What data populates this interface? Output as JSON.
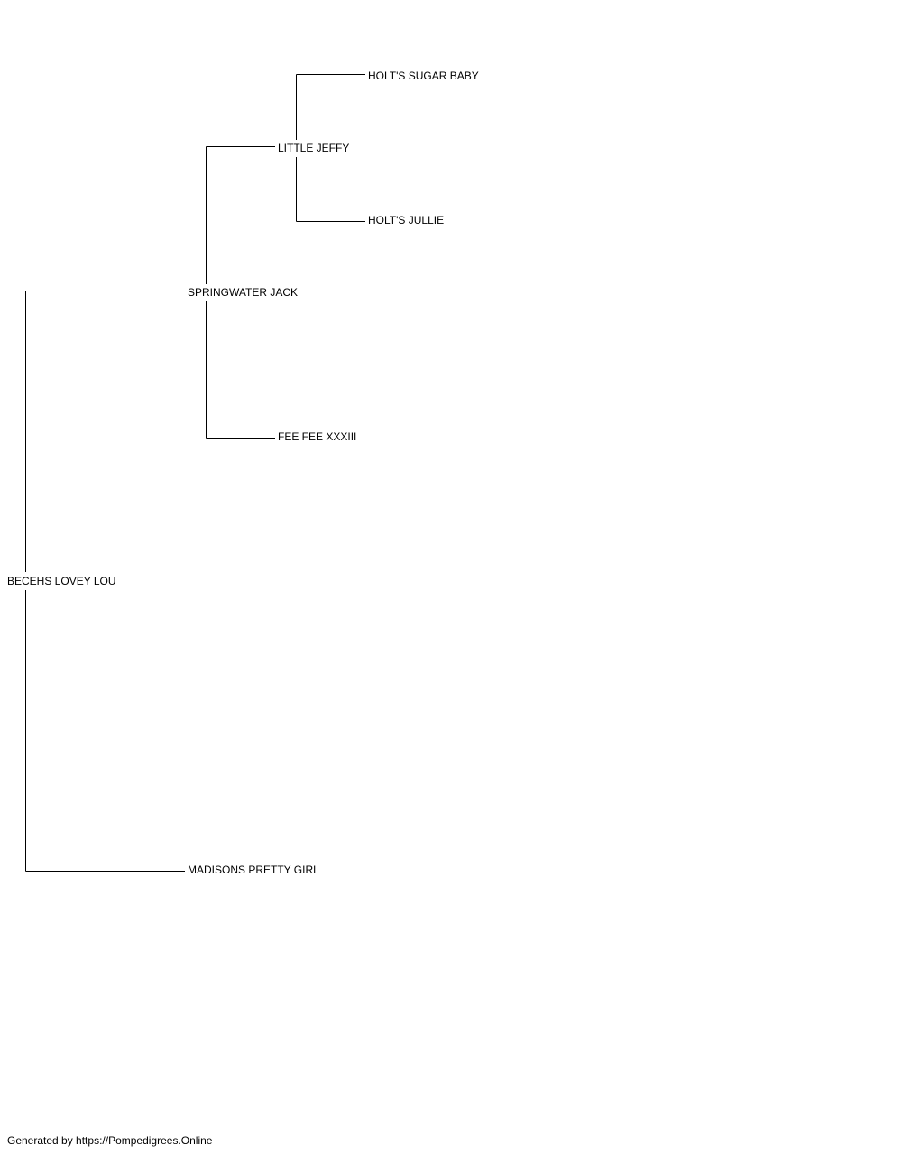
{
  "pedigree": {
    "subject": "BECEHS LOVEY LOU",
    "sire": "SPRINGWATER JACK",
    "dam": "MADISONS PRETTY GIRL",
    "sire_sire": "LITTLE JEFFY",
    "sire_dam": "FEE FEE XXXIII",
    "sire_sire_sire": "HOLT'S SUGAR BABY",
    "sire_sire_dam": "HOLT'S JULLIE"
  },
  "footer": {
    "text": "Generated by https://Pompedigrees.Online"
  },
  "colors": {
    "line": "#000000",
    "text": "#000000",
    "background": "#ffffff"
  }
}
